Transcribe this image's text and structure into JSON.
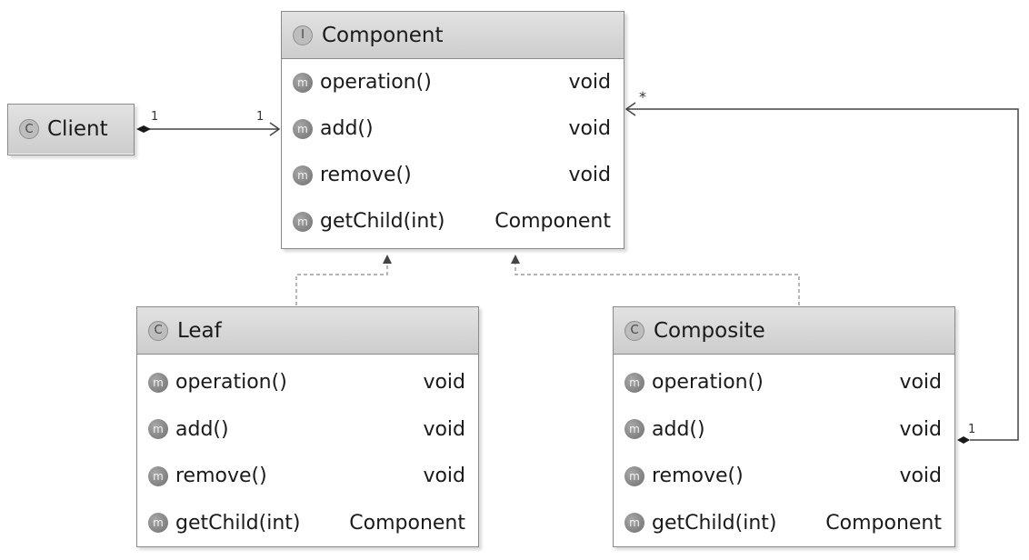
{
  "classes": {
    "component": {
      "kind_letter": "I",
      "name": "Component",
      "methods": [
        {
          "name": "operation()",
          "type": "void"
        },
        {
          "name": "add()",
          "type": "void"
        },
        {
          "name": "remove()",
          "type": "void"
        },
        {
          "name": "getChild(int)",
          "type": "Component"
        }
      ]
    },
    "client": {
      "kind_letter": "C",
      "name": "Client"
    },
    "leaf": {
      "kind_letter": "C",
      "name": "Leaf",
      "methods": [
        {
          "name": "operation()",
          "type": "void"
        },
        {
          "name": "add()",
          "type": "void"
        },
        {
          "name": "remove()",
          "type": "void"
        },
        {
          "name": "getChild(int)",
          "type": "Component"
        }
      ]
    },
    "composite": {
      "kind_letter": "C",
      "name": "Composite",
      "methods": [
        {
          "name": "operation()",
          "type": "void"
        },
        {
          "name": "add()",
          "type": "void"
        },
        {
          "name": "remove()",
          "type": "void"
        },
        {
          "name": "getChild(int)",
          "type": "Component"
        }
      ]
    }
  },
  "method_icon_letter": "m",
  "associations": {
    "client_to_component": {
      "source_multiplicity": "1",
      "target_multiplicity": "1"
    },
    "composite_to_component": {
      "source_multiplicity": "1",
      "target_multiplicity": "*"
    }
  }
}
